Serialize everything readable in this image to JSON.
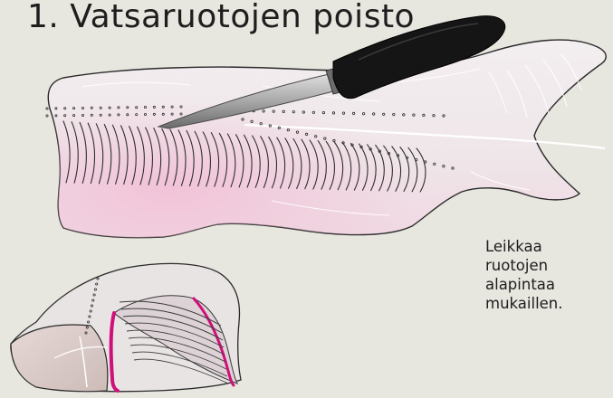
{
  "diagram": {
    "title": "1. Vatsaruotojen poisto",
    "caption_lines": [
      "Leikkaa",
      "ruotojen",
      "alapintaa",
      "mukaillen."
    ]
  },
  "colors": {
    "background": "#e7e6df",
    "fillet_flesh": "#efe7e9",
    "fillet_pink": "#f2c6d9",
    "bone_line": "#3a3a3a",
    "knife_handle": "#151515",
    "knife_blade": "#b8b8b8",
    "cut_highlight": "#d0107a"
  },
  "icons": {
    "fillet": "fish-fillet-illustration",
    "knife": "knife-illustration",
    "cross_section": "fillet-cross-section-illustration"
  }
}
